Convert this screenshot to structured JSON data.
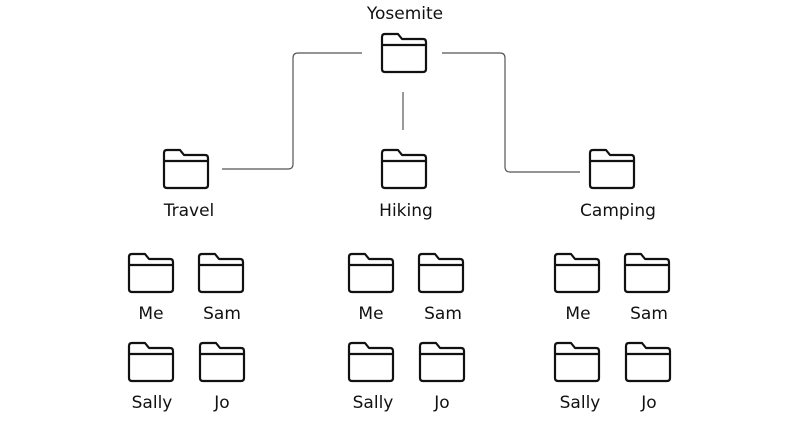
{
  "root": {
    "label": "Yosemite",
    "icon": "folder-icon"
  },
  "categories": [
    {
      "label": "Travel",
      "icon": "folder-icon",
      "children": [
        {
          "label": "Me",
          "icon": "folder-icon"
        },
        {
          "label": "Sam",
          "icon": "folder-icon"
        },
        {
          "label": "Sally",
          "icon": "folder-icon"
        },
        {
          "label": "Jo",
          "icon": "folder-icon"
        }
      ]
    },
    {
      "label": "Hiking",
      "icon": "folder-icon",
      "children": [
        {
          "label": "Me",
          "icon": "folder-icon"
        },
        {
          "label": "Sam",
          "icon": "folder-icon"
        },
        {
          "label": "Sally",
          "icon": "folder-icon"
        },
        {
          "label": "Jo",
          "icon": "folder-icon"
        }
      ]
    },
    {
      "label": "Camping",
      "icon": "folder-icon",
      "children": [
        {
          "label": "Me",
          "icon": "folder-icon"
        },
        {
          "label": "Sam",
          "icon": "folder-icon"
        },
        {
          "label": "Sally",
          "icon": "folder-icon"
        },
        {
          "label": "Jo",
          "icon": "folder-icon"
        }
      ]
    }
  ],
  "colors": {
    "stroke": "#111111",
    "connector": "#555555",
    "background": "#ffffff"
  }
}
